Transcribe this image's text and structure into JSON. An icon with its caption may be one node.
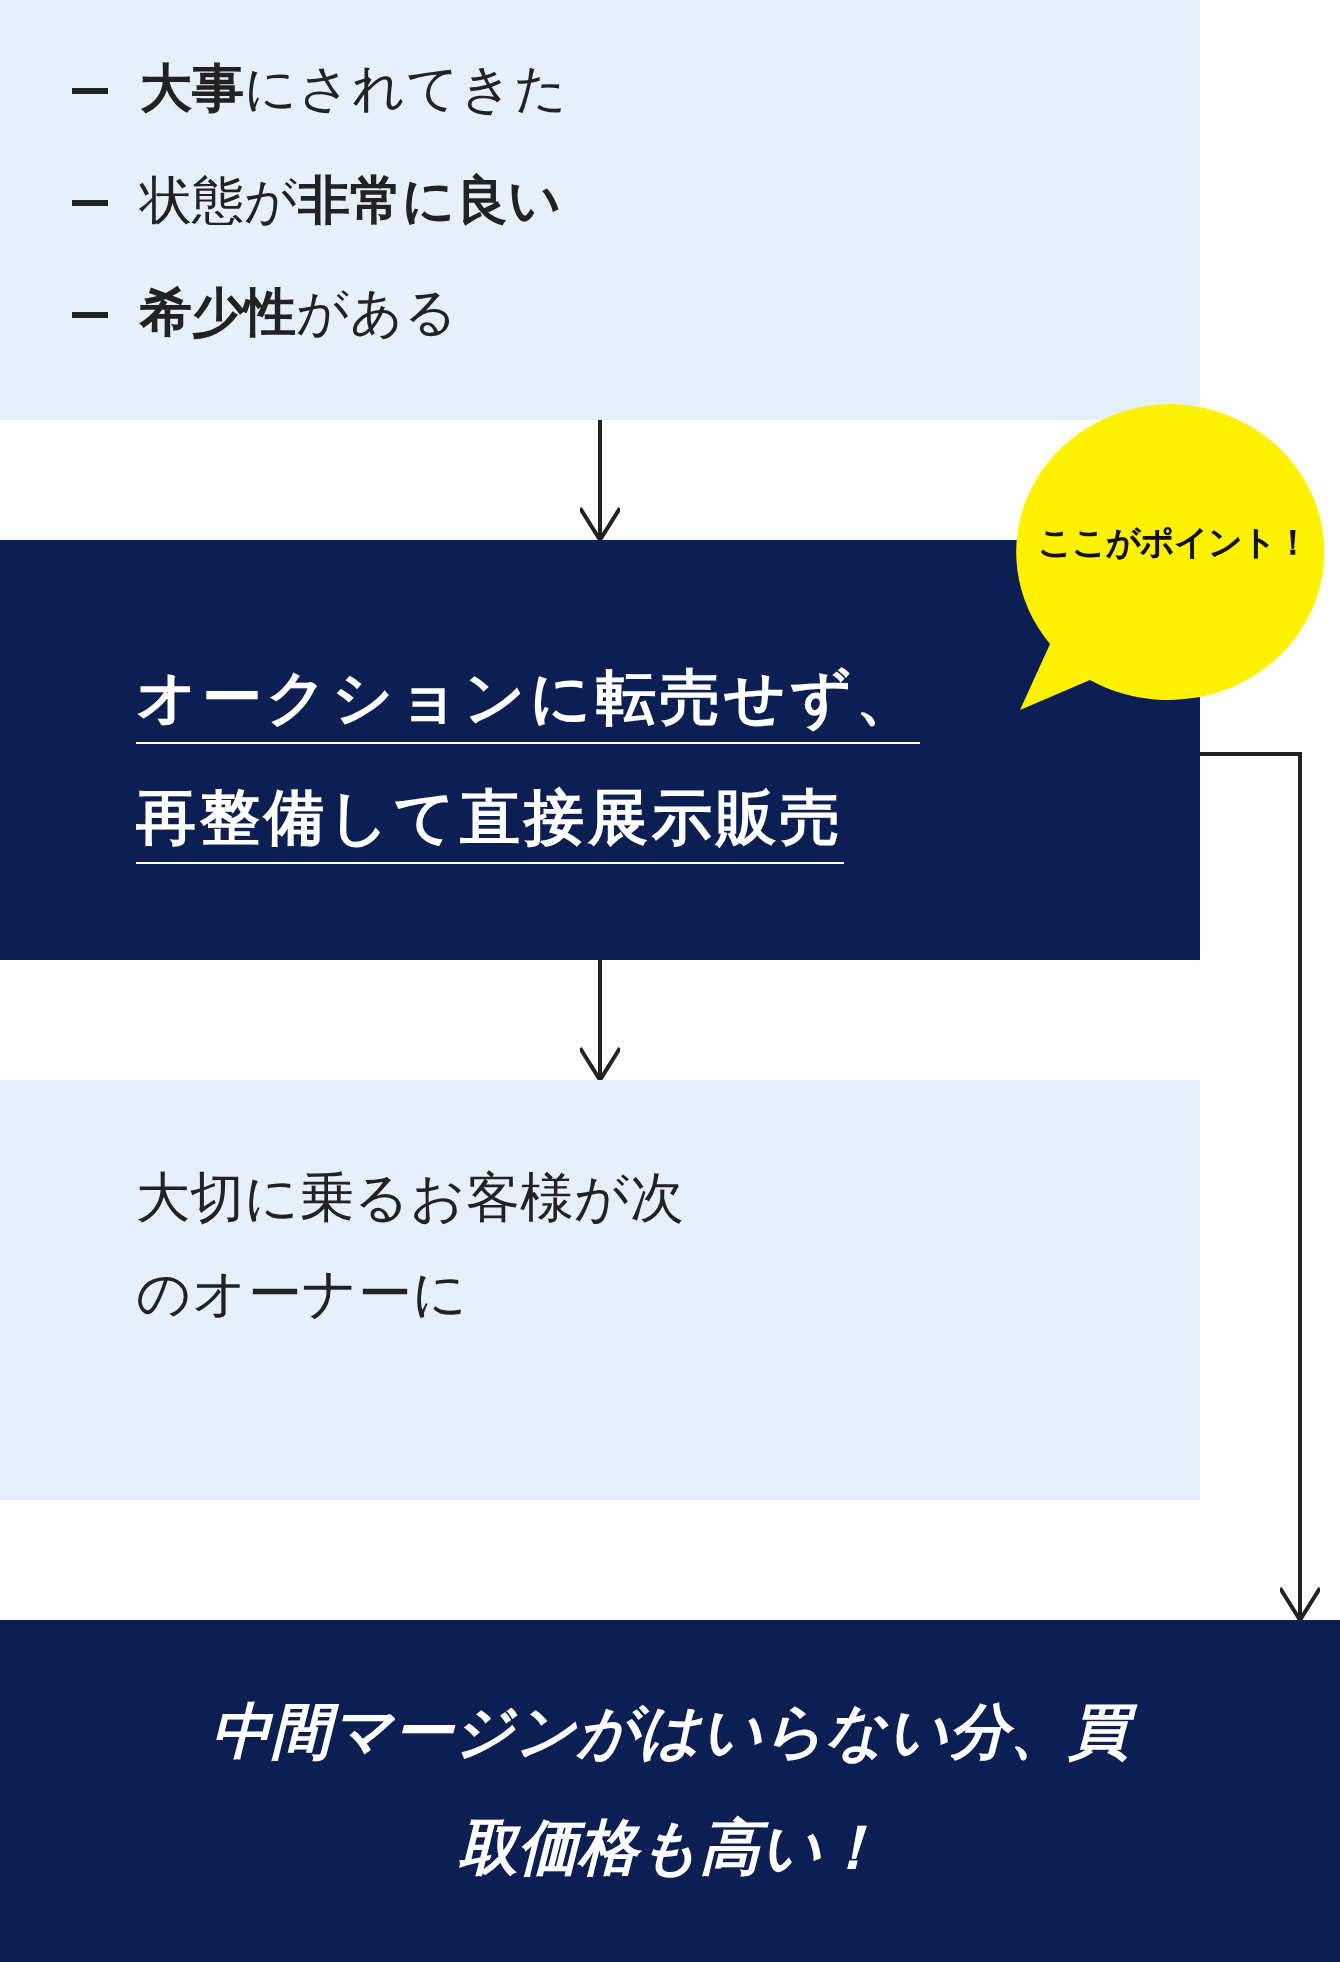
{
  "diagram": {
    "nodes": [
      {
        "text": [
          "**大事**にされてきた",
          "状態が**非常に良い**",
          "**希少性**がある"
        ]
      },
      {
        "text": [
          "オークションに転売せず、再整備して直接展示販売"
        ]
      },
      {
        "text": [
          "ここがポイント！"
        ]
      },
      {
        "text": [
          "大切に乗るお客様が次のオーナーに"
        ]
      },
      {
        "text": [
          "中間マージンがはいらない分、買取価格も高い！"
        ]
      }
    ],
    "edges": [
      {
        "from": 0,
        "to": 1,
        "arrow": "to"
      },
      {
        "from": 1,
        "to": 3,
        "arrow": "to"
      },
      {
        "from": 1,
        "to": 4,
        "arrow": "to"
      }
    ]
  }
}
